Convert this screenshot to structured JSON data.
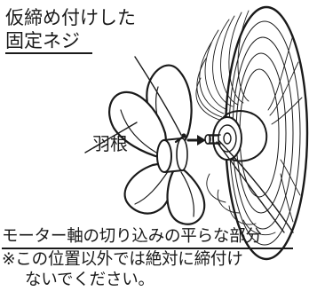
{
  "labels": {
    "temporary_screw_line1": "仮締め付けした",
    "temporary_screw_line2": "固定ネジ",
    "blade": "羽根",
    "motor_shaft_flat": "モーター軸の切り込みの平らな部分",
    "note_line1": "※この位置以外では絶対に締付け",
    "note_line2": "ないでください。"
  },
  "colors": {
    "ink": "#1a1a1a",
    "background": "#ffffff"
  }
}
